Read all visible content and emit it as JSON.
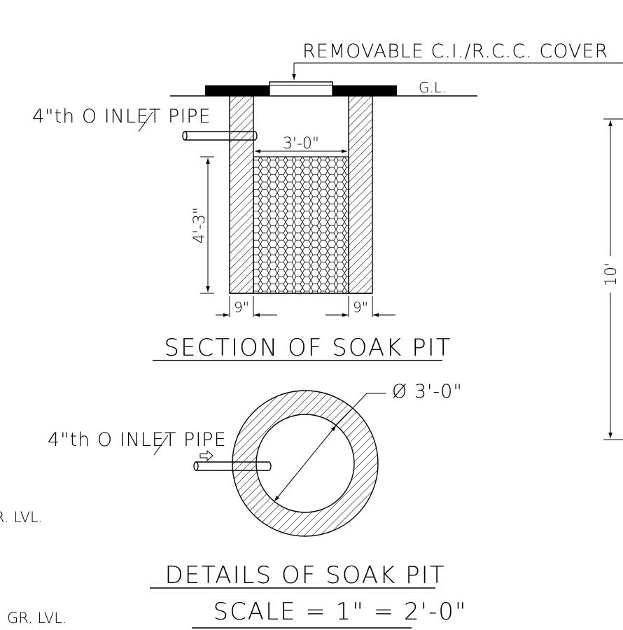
{
  "section": {
    "cover_label": "REMOVABLE C.I./R.C.C. COVER",
    "ground_label": "G.L.",
    "inlet_label": "4\"th O INLET PIPE",
    "width_dim": "3'-0\"",
    "depth_dim": "4'-3\"",
    "wall_left_dim": "9\"",
    "wall_right_dim": "9\"",
    "title": "SECTION OF SOAK PIT"
  },
  "side": {
    "height_dim": "10'"
  },
  "plan": {
    "inlet_label": "4\"th O INLET PIPE",
    "diameter_dim": "Ø 3'-0\"",
    "title": "DETAILS OF SOAK PIT",
    "scale": "SCALE = 1\" = 2'-0\""
  },
  "left_edge": {
    "level_upper": "R. LVL.",
    "level_lower": "GR. LVL."
  }
}
